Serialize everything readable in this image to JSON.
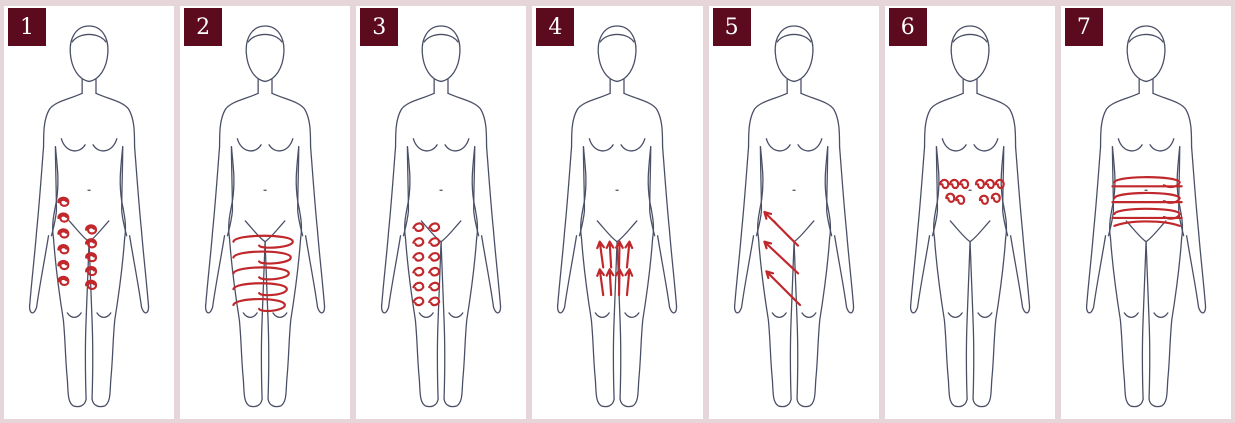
{
  "colors": {
    "background": "#e6d6da",
    "panel": "#ffffff",
    "badge": "#5c0a1d",
    "badge_text": "#ffffff",
    "outline": "#4a4f66",
    "strokes": "#c0282c"
  },
  "panels": [
    {
      "number": "1",
      "technique": "circles-outer-and-inner-thigh"
    },
    {
      "number": "2",
      "technique": "horizontal-wraps-thigh"
    },
    {
      "number": "3",
      "technique": "small-strokes-thigh"
    },
    {
      "number": "4",
      "technique": "upward-arrows-front-thigh"
    },
    {
      "number": "5",
      "technique": "diagonal-arrows-thigh"
    },
    {
      "number": "6",
      "technique": "circles-waist-sides"
    },
    {
      "number": "7",
      "technique": "horizontal-wraps-abdomen"
    }
  ]
}
